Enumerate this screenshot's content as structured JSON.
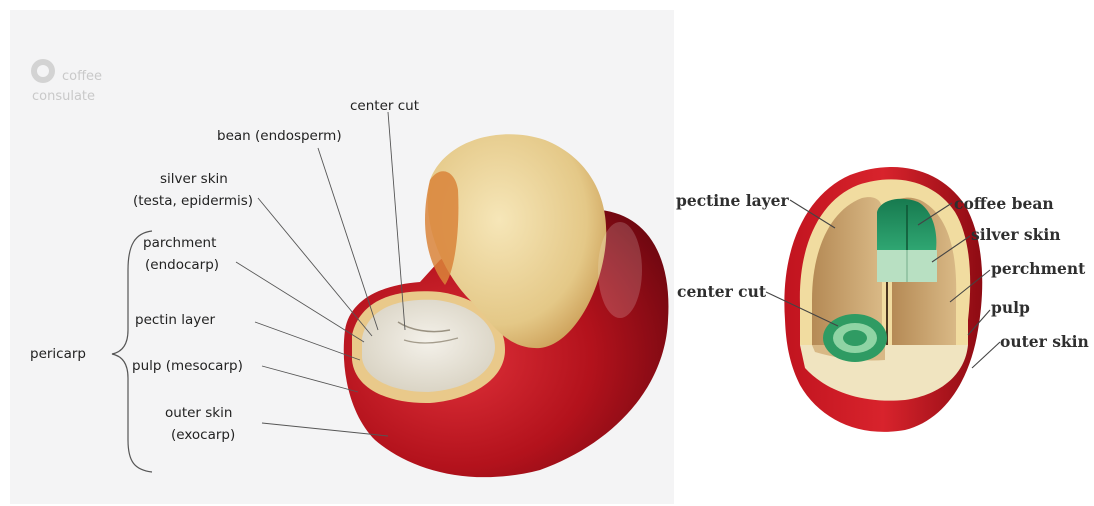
{
  "left_panel": {
    "logo": {
      "line1": "coffee",
      "line2": "consulate"
    },
    "labels": {
      "center_cut": "center cut",
      "bean": "bean (endosperm)",
      "silver_skin_1": "silver skin",
      "silver_skin_2": "(testa, epidermis)",
      "parchment_1": "parchment",
      "parchment_2": "(endocarp)",
      "pectin_layer": "pectin layer",
      "pulp": "pulp (mesocarp)",
      "outer_skin_1": "outer skin",
      "outer_skin_2": "(exocarp)",
      "pericarp": "pericarp"
    }
  },
  "right_panel": {
    "labels": {
      "pectine_layer": "pectine layer",
      "coffee_bean": "coffee bean",
      "silver_skin": "silver skin",
      "perchment": "perchment",
      "center_cut": "center cut",
      "pulp": "pulp",
      "outer_skin": "outer skin"
    }
  },
  "colors": {
    "cherry_red": "#a5101a",
    "bean_cream": "#e9d29a",
    "parchment_tan": "#c9a16a",
    "bean_green": "#1f8a5c"
  }
}
